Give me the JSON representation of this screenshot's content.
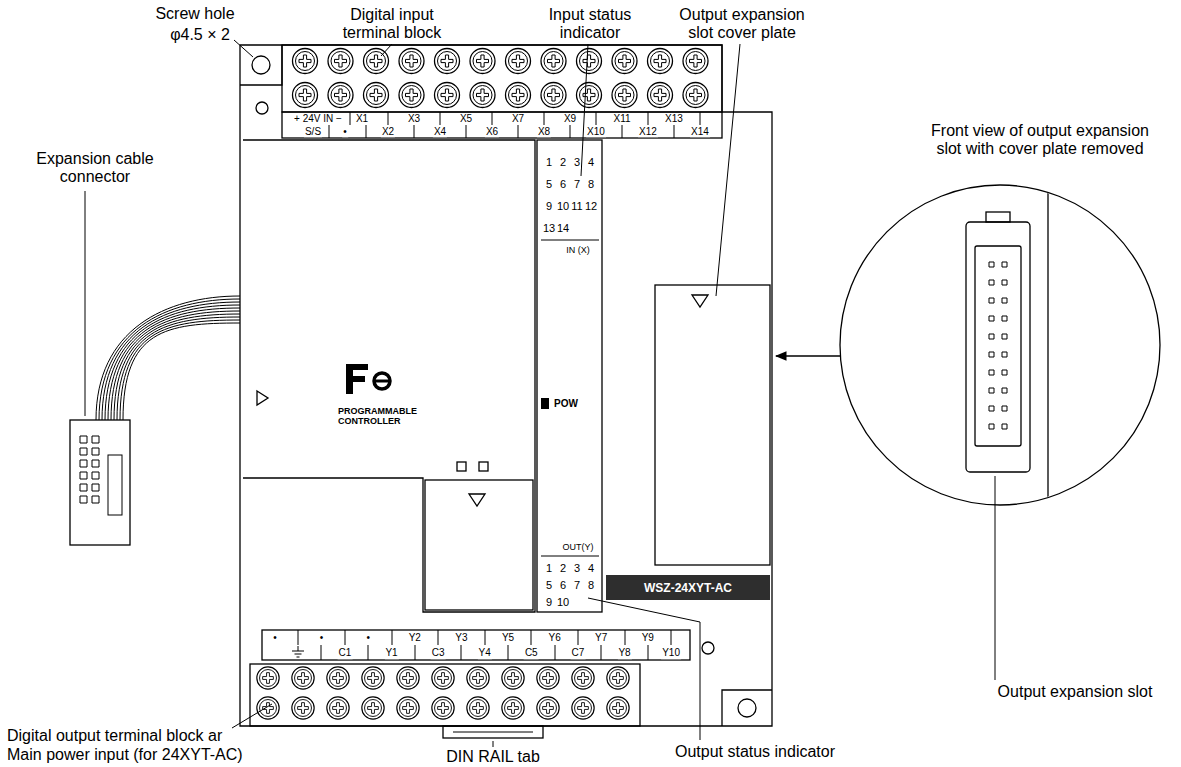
{
  "diagram": {
    "nodes": [
      {
        "text": [
          "WSZ-24XYT-AC"
        ]
      }
    ],
    "labels": [
      "Screw hole",
      "φ4.5 × 2",
      "Digital input terminal block",
      "Input status indicator",
      "Output expansion slot cover plate",
      "Front view of output expansion slot with cover plate removed",
      "Expansion cable connector",
      "+ 24V IN −",
      "X1",
      "X3",
      "X5",
      "X7",
      "X9",
      "X11",
      "X13",
      "S/S",
      "•",
      "X2",
      "X4",
      "X6",
      "X8",
      "X10",
      "X12",
      "X14",
      "1",
      "2",
      "3",
      "4",
      "5",
      "6",
      "7",
      "8",
      "9",
      "10",
      "11",
      "12",
      "13",
      "14",
      "IN (X)",
      "POW",
      "OUT(Y)",
      "1",
      "2",
      "3",
      "4",
      "5",
      "6",
      "7",
      "8",
      "9",
      "10",
      "PROGRAMMABLE CONTROLLER",
      "•",
      "•",
      "•",
      "Y2",
      "Y3",
      "Y5",
      "Y6",
      "Y7",
      "Y9",
      "C1",
      "Y1",
      "C3",
      "Y4",
      "C5",
      "C7",
      "Y8",
      "Y10",
      "Output expansion slot",
      "Digital output terminal block ar",
      "Main power input (for 24XYT-AC)",
      "DIN RAIL tab",
      "Output status indicator"
    ]
  }
}
